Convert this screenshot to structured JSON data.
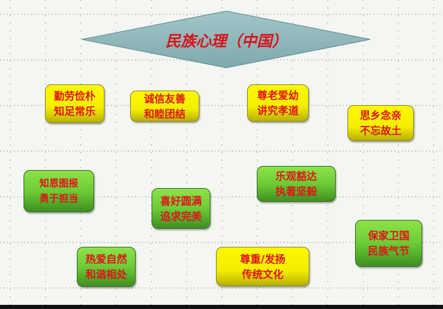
{
  "title": "民族心理（中国）",
  "colors": {
    "diamond": "#8fb8bc",
    "title_text": "#d8141c",
    "box_text": "#e0141a",
    "yellow": "#f4ee00",
    "green": "#6ccc34"
  },
  "boxes": [
    {
      "line1": "勤劳俭朴",
      "line2": "知足常乐",
      "color": "yellow"
    },
    {
      "line1": "诚信友善",
      "line2": "和睦团结",
      "color": "yellow"
    },
    {
      "line1": "尊老爱幼",
      "line2": "讲究孝道",
      "color": "yellow"
    },
    {
      "line1": "思乡念亲",
      "line2": "不忘故土",
      "color": "yellow"
    },
    {
      "line1": "知恩图报",
      "line2": "勇于担当",
      "color": "green"
    },
    {
      "line1": "喜好圆满",
      "line2": "追求完美",
      "color": "green"
    },
    {
      "line1": "乐观豁达",
      "line2": "执著坚毅",
      "color": "green"
    },
    {
      "line1": "保家卫国",
      "line2": "民族气节",
      "color": "green"
    },
    {
      "line1": "热爱自然",
      "line2": "和谐相处",
      "color": "green"
    },
    {
      "line1": "尊重/发扬",
      "line2": "传统文化",
      "color": "yellow"
    }
  ]
}
